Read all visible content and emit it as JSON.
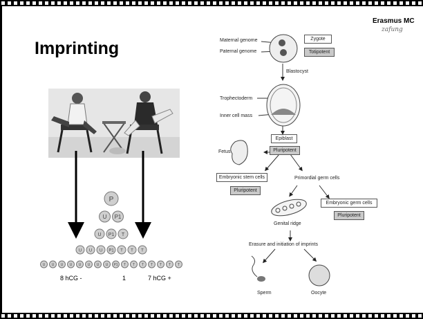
{
  "slide": {
    "title": "Imprinting",
    "logo_text": "Erasmus MC",
    "logo_script": "zafung"
  },
  "pedigree": {
    "rows": [
      [
        "P"
      ],
      [
        "U",
        "P1"
      ],
      [
        "U",
        "P1",
        "T"
      ],
      [
        "U",
        "U",
        "U",
        "P1",
        "T",
        "T",
        "T"
      ],
      [
        "U",
        "U",
        "U",
        "U",
        "U",
        "U",
        "U",
        "U",
        "P1",
        "T",
        "T",
        "T",
        "T",
        "T",
        "T",
        "T"
      ]
    ],
    "bottom_labels": [
      "8  hCG -",
      "1",
      "7  hCG +"
    ]
  },
  "diagram": {
    "labels": {
      "maternal": "Maternal genome",
      "paternal": "Paternal genome",
      "blastocyst": "Blastocyst",
      "trophectoderm": "Trophectoderm",
      "icm": "Inner cell mass",
      "fetus": "Fetus",
      "primordial": "Primordial germ cells",
      "genital_ridge": "Genital ridge",
      "erasure": "Erasure and initiation of imprints",
      "sperm": "Sperm",
      "oocyte": "Oocyte"
    },
    "boxes": {
      "zygote": "Zygote",
      "totipotent": "Totipotent",
      "epiblast": "Epiblast",
      "pluripotent1": "Pluripotent",
      "esc": "Embryonic stem cells",
      "pluripotent2": "Pluripotent",
      "egc": "Embryonic germ cells",
      "pluripotent3": "Pluripotent"
    }
  }
}
